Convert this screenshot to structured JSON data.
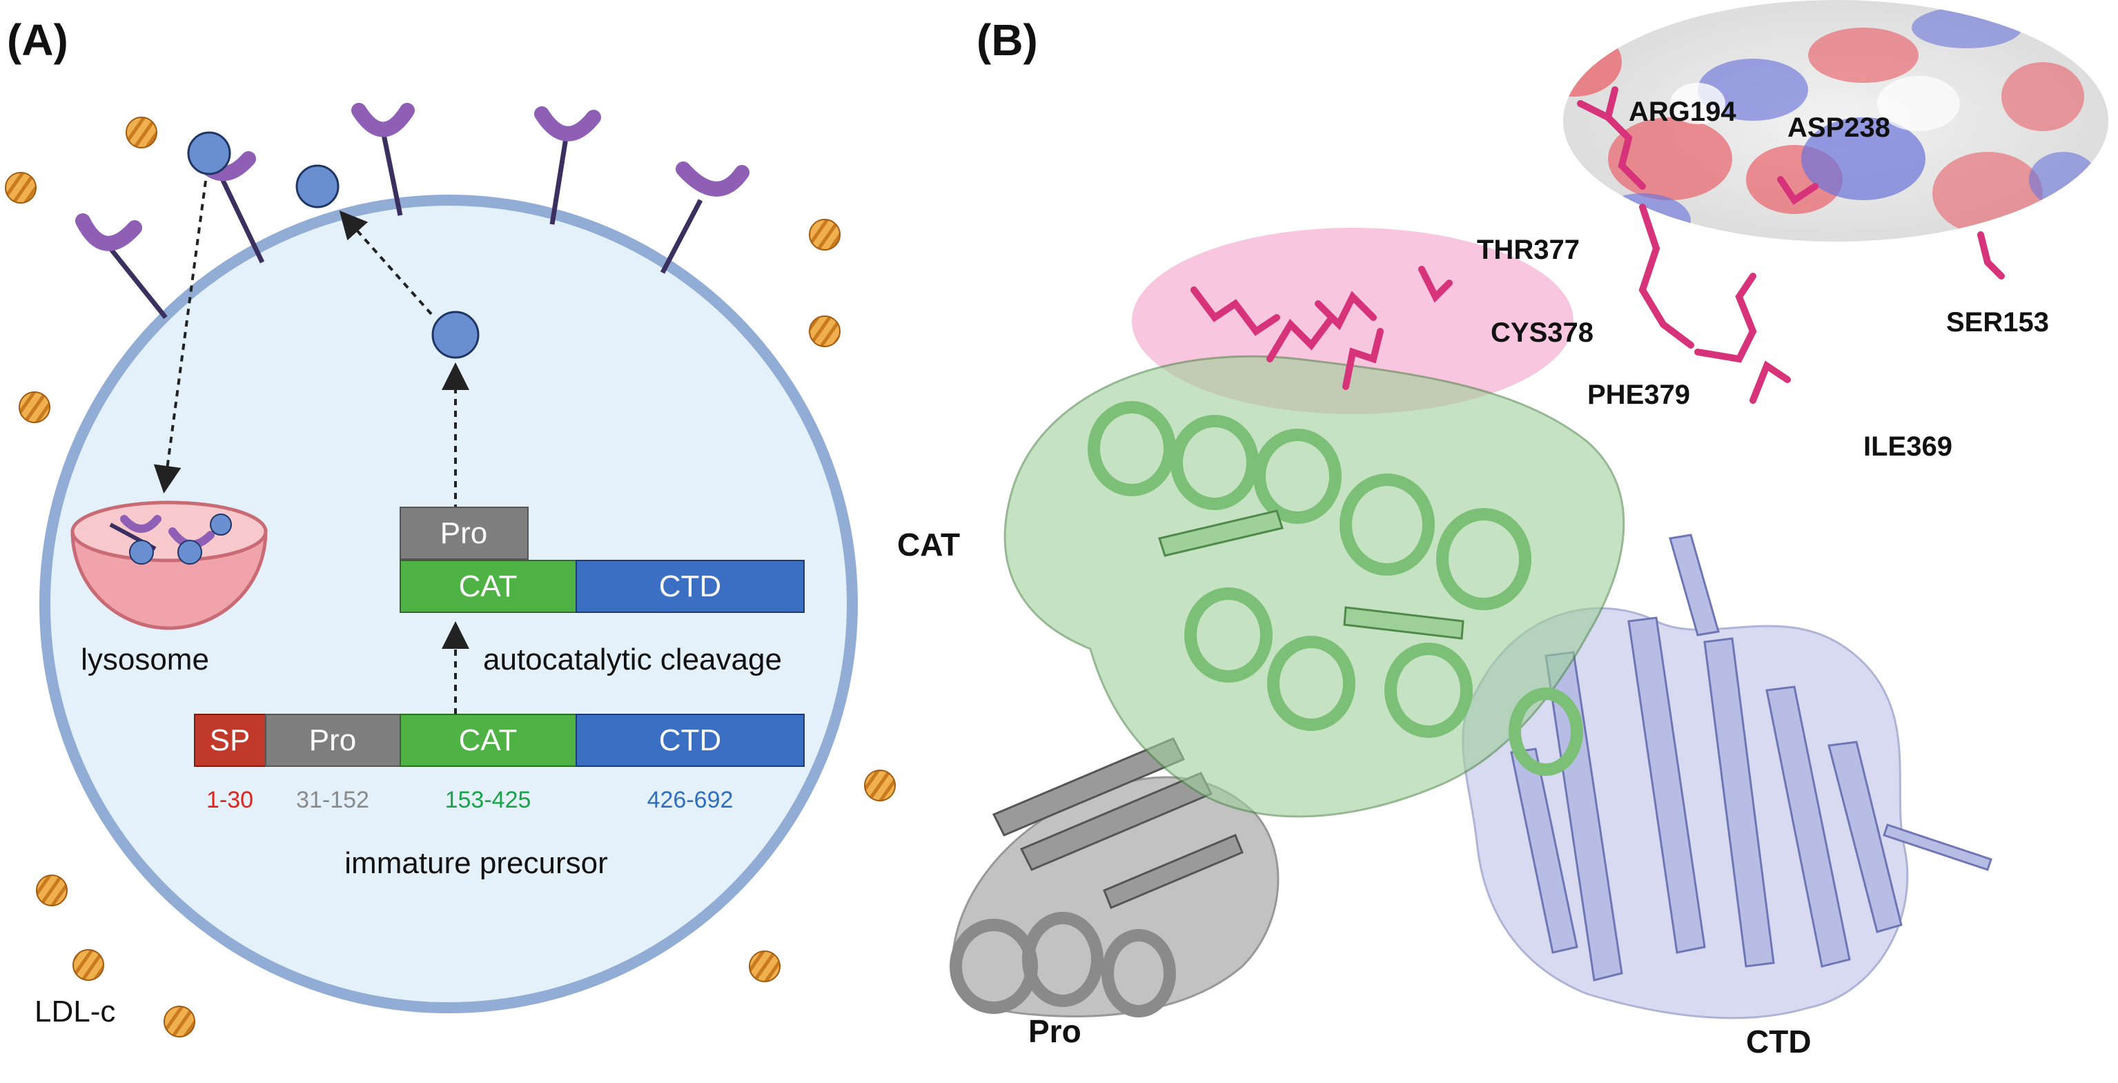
{
  "panel_a": {
    "label": "(A)",
    "lysosome_label": "lysosome",
    "ldl_label": "LDL-c",
    "cleavage_label": "autocatalytic cleavage",
    "precursor_label": "immature precursor",
    "mature": {
      "pro": "Pro",
      "cat": "CAT",
      "ctd": "CTD"
    },
    "precursor": {
      "sp": "SP",
      "pro": "Pro",
      "cat": "CAT",
      "ctd": "CTD",
      "sp_range": "1-30",
      "pro_range": "31-152",
      "cat_range": "153-425",
      "ctd_range": "426-692"
    },
    "colors": {
      "sp": "#c0392b",
      "pro": "#7f7f7f",
      "cat": "#4eb244",
      "ctd": "#3a6fc4",
      "cell_fill": "#e4f1fb",
      "cell_border": "#91add6",
      "receptor": "#8e5fb5",
      "ldl": "#e8a13a",
      "pcsk9": "#6a8fd0",
      "lysosome": "#f0a3aa"
    }
  },
  "panel_b": {
    "label": "(B)",
    "domain_labels": {
      "cat": "CAT",
      "pro": "Pro",
      "ctd": "CTD"
    },
    "residues": [
      "ARG194",
      "ASP238",
      "THR377",
      "CYS378",
      "SER153",
      "PHE379",
      "ILE369"
    ],
    "colors": {
      "cat": "#9fd09a",
      "pro": "#9a9a9a",
      "ctd": "#b8bde6",
      "site": "#d6337a",
      "highlight": "#f6b8d6"
    }
  }
}
